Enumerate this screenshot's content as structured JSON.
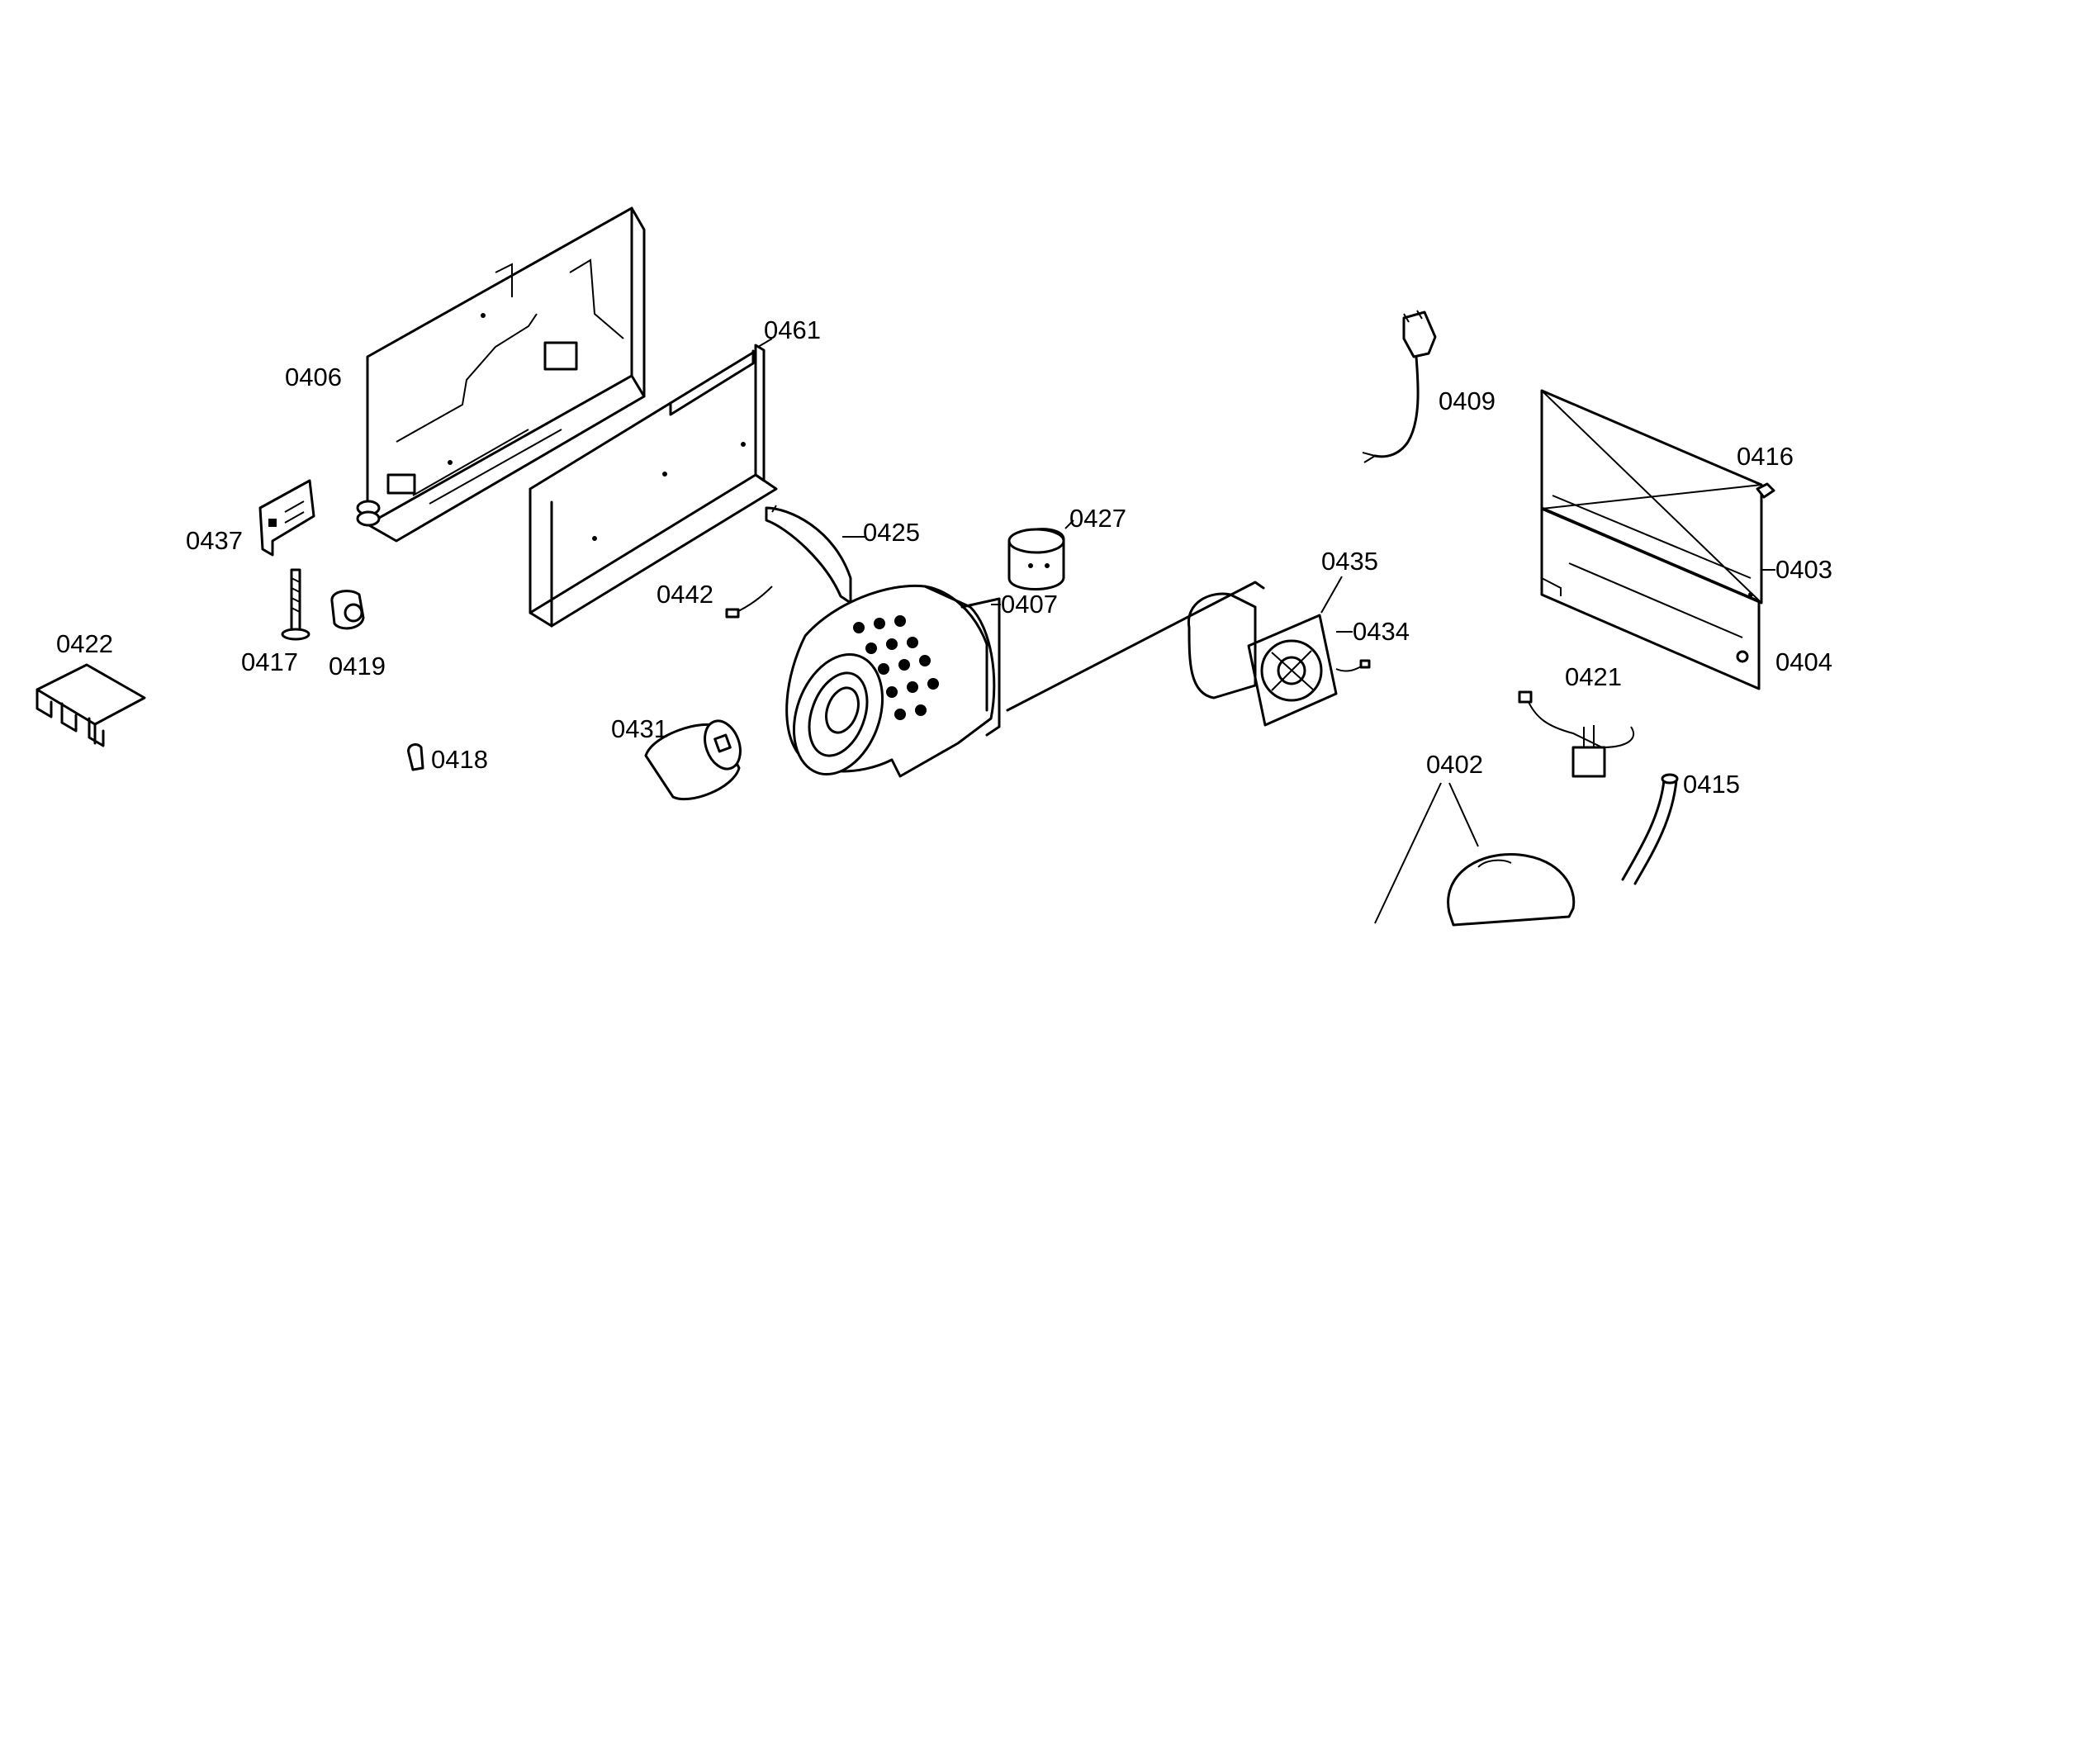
{
  "labels": {
    "p0406": "0406",
    "p0461": "0461",
    "p0409": "0409",
    "p0416": "0416",
    "p0437": "0437",
    "p0425": "0425",
    "p0427": "0427",
    "p0435": "0435",
    "p0403": "0403",
    "p0442": "0442",
    "p0407": "0407",
    "p0434": "0434",
    "p0422": "0422",
    "p0417a": "0417",
    "p0419a": "0419",
    "p0421a": "0421",
    "p0404": "0404",
    "p0431": "0431",
    "p0418": "0418",
    "p0402": "0402",
    "p0415": "0415"
  }
}
